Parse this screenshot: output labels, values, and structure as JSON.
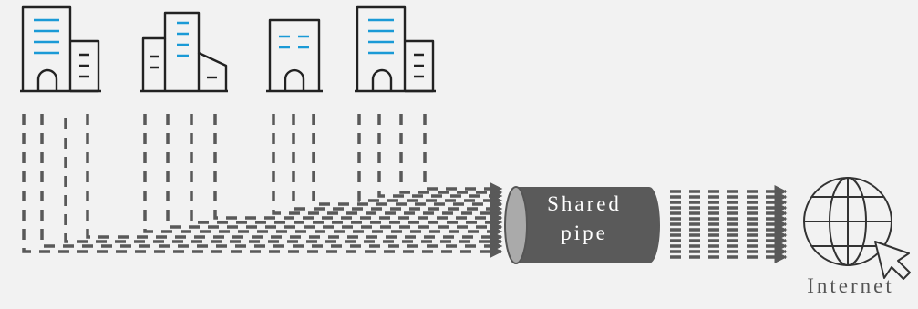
{
  "pipe": {
    "line1": "Shared",
    "line2": "pipe"
  },
  "internet": {
    "label": "Internet"
  },
  "colors": {
    "background": "#f2f2f2",
    "dash": "#595959",
    "icon_outline": "#222222",
    "window_accent": "#1a9ad6",
    "pipe_fill": "#5a5a5a",
    "pipe_end": "#aaaaaa"
  },
  "icons": [
    "building-icon",
    "building-icon",
    "building-icon",
    "building-icon",
    "globe-cursor-icon"
  ]
}
